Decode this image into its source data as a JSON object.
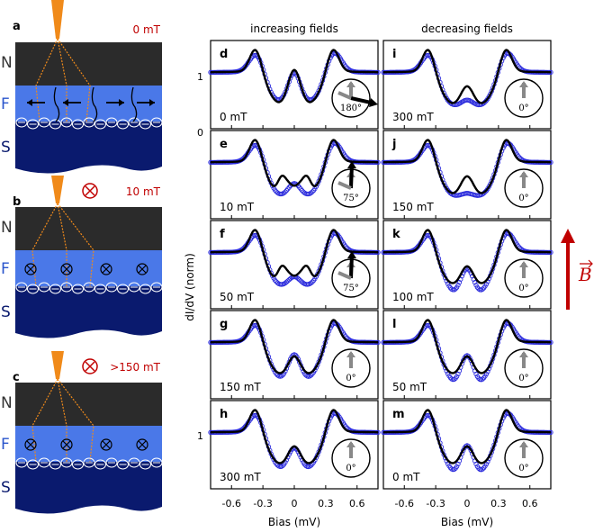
{
  "left_panels": [
    {
      "letter": "a",
      "field": "0 mT",
      "layers": [
        "N",
        "F",
        "S"
      ]
    },
    {
      "letter": "b",
      "field": "10 mT",
      "layers": [
        "N",
        "F",
        "S"
      ]
    },
    {
      "letter": "c",
      "field": ">150 mT",
      "layers": [
        "N",
        "F",
        "S"
      ]
    }
  ],
  "column_headers": [
    "increasing fields",
    "decreasing fields"
  ],
  "ylabel": "dI/dV (norm)",
  "xlabel": "Bias (mV)",
  "xticks": [
    "-0.6",
    "-0.3",
    "0",
    "0.3",
    "0.6"
  ],
  "yticks": [
    "1",
    "0"
  ],
  "b_label": "B",
  "colors": {
    "n_layer": "#2b2b2b",
    "f_layer": "#4a78e8",
    "s_layer": "#0a1a6e",
    "data": "#2a2adc",
    "fit": "#000000",
    "field_arrow": "#c00000",
    "tip": "#f08a1a"
  },
  "chart_data": {
    "type": "scatter",
    "xlabel": "Bias (mV)",
    "ylabel": "dI/dV (norm)",
    "xlim": [
      -0.8,
      0.8
    ],
    "panels": [
      {
        "letter": "d",
        "field": "0 mT",
        "angle": "180°",
        "col": 0,
        "row": 0,
        "zero_peak": 0.55,
        "data_zero": 0.5,
        "data_dip": 0.25
      },
      {
        "letter": "e",
        "field": "10 mT",
        "angle": "75°",
        "col": 0,
        "row": 1,
        "zero_peak": 0.35,
        "data_zero": 0.2,
        "data_dip": 0.3
      },
      {
        "letter": "f",
        "field": "50 mT",
        "angle": "75°",
        "col": 0,
        "row": 2,
        "zero_peak": 0.35,
        "data_zero": 0.15,
        "data_dip": 0.3
      },
      {
        "letter": "g",
        "field": "150 mT",
        "angle": "0°",
        "col": 0,
        "row": 3,
        "zero_peak": 0.3,
        "data_zero": 0.35,
        "data_dip": 0.35
      },
      {
        "letter": "h",
        "field": "300 mT",
        "angle": "0°",
        "col": 0,
        "row": 4,
        "zero_peak": 0.3,
        "data_zero": 0.3,
        "data_dip": 0.35
      },
      {
        "letter": "i",
        "field": "300 mT",
        "angle": "0°",
        "col": 1,
        "row": 0,
        "zero_peak": 0.3,
        "data_zero": 0.1,
        "data_dip": 0.3
      },
      {
        "letter": "j",
        "field": "150 mT",
        "angle": "0°",
        "col": 1,
        "row": 1,
        "zero_peak": 0.3,
        "data_zero": 0.05,
        "data_dip": 0.3
      },
      {
        "letter": "k",
        "field": "100 mT",
        "angle": "0°",
        "col": 1,
        "row": 2,
        "zero_peak": 0.3,
        "data_zero": 0.3,
        "data_dip": 0.4
      },
      {
        "letter": "l",
        "field": "50 mT",
        "angle": "0°",
        "col": 1,
        "row": 3,
        "zero_peak": 0.3,
        "data_zero": 0.35,
        "data_dip": 0.4
      },
      {
        "letter": "m",
        "field": "0 mT",
        "angle": "0°",
        "col": 1,
        "row": 4,
        "zero_peak": 0.3,
        "data_zero": 0.35,
        "data_dip": 0.4
      }
    ]
  }
}
